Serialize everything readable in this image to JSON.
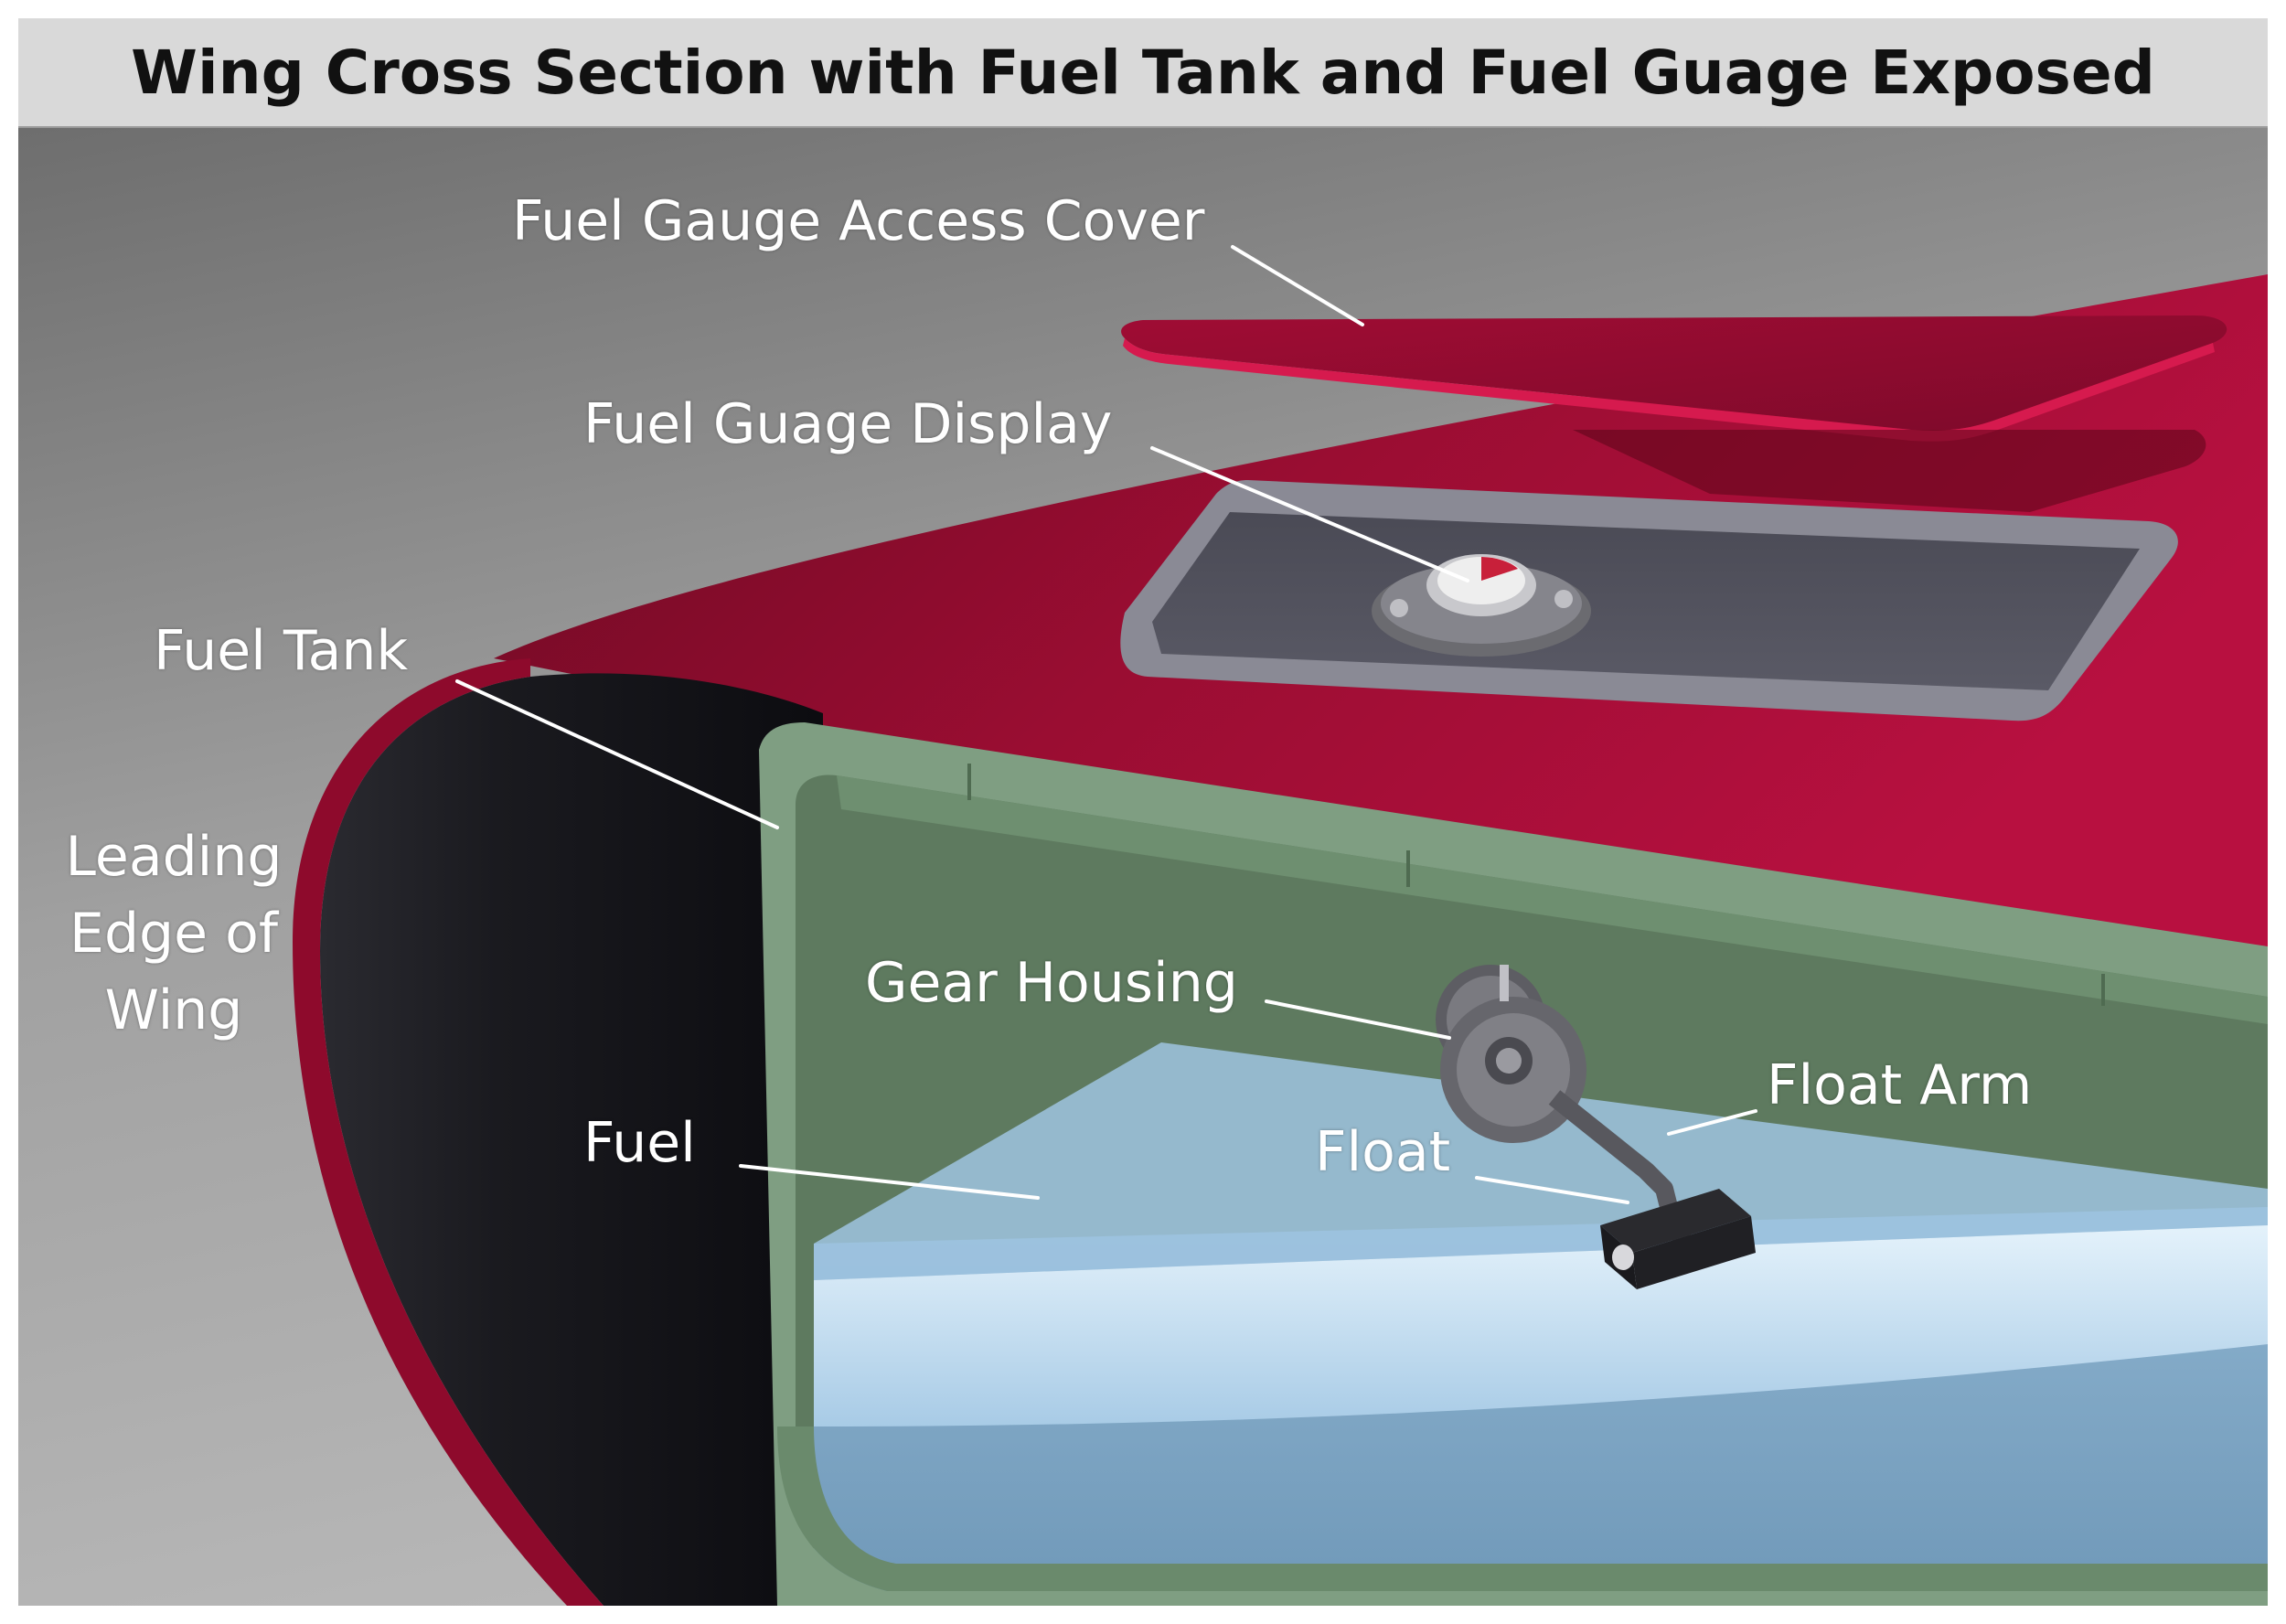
{
  "title": "Wing Cross Section with Fuel Tank and Fuel Guage Exposed",
  "labels": {
    "access_cover": "Fuel Gauge Access Cover",
    "gauge_display": "Fuel Guage Display",
    "fuel_tank": "Fuel Tank",
    "leading_edge_line1": "Leading",
    "leading_edge_line2": "Edge of",
    "leading_edge_line3": "Wing",
    "gear_housing": "Gear Housing",
    "float_arm": "Float Arm",
    "float": "Float",
    "fuel": "Fuel"
  },
  "colors": {
    "background_top": "#7a7a7a",
    "background_bottom": "#b5b5b5",
    "wing_skin": "#8e0a2c",
    "wing_skin_light": "#c4103f",
    "tank_wall": "#7f9e82",
    "tank_inner": "#5e7a5f",
    "fuel": "#9fc4e0",
    "fuel_light": "#d8ecf8",
    "title_bar": "#d9d9d9"
  }
}
